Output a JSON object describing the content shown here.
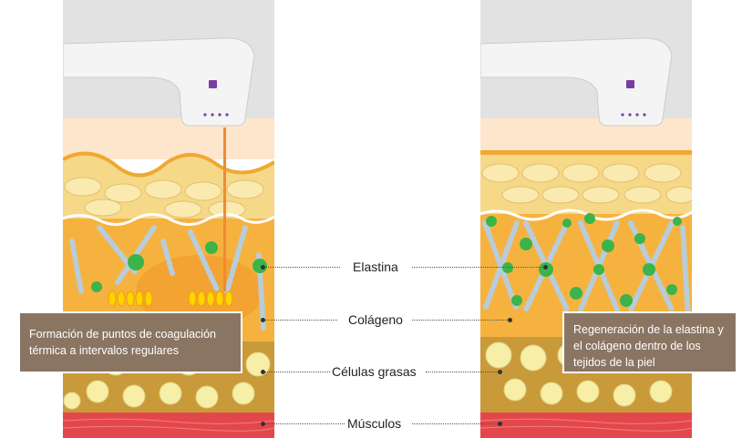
{
  "labels": {
    "elastina": "Elastina",
    "colageno": "Colágeno",
    "celulas_grasas": "Células grasas",
    "musculos": "Músculos"
  },
  "captions": {
    "left": "Formación de puntos de coagulación térmica a intervalos regulares",
    "right": "Regeneración de la elastina y el colágeno dentro de los tejidos de la piel"
  },
  "colors": {
    "background_top": "#e2e2e2",
    "dermis_light": "#fde6cc",
    "epidermis": "#f6d889",
    "dermis": "#f6b23f",
    "fat_layer": "#c99a3a",
    "muscle": "#e3474b",
    "elastin": "#3bb44a",
    "collagen": "#a8c3d6",
    "caption_bg": "#8a7563",
    "beam": "#f08a34"
  },
  "icons": [
    "device-handpiece-icon",
    "energy-beam-icon",
    "coagulation-points-icon"
  ]
}
